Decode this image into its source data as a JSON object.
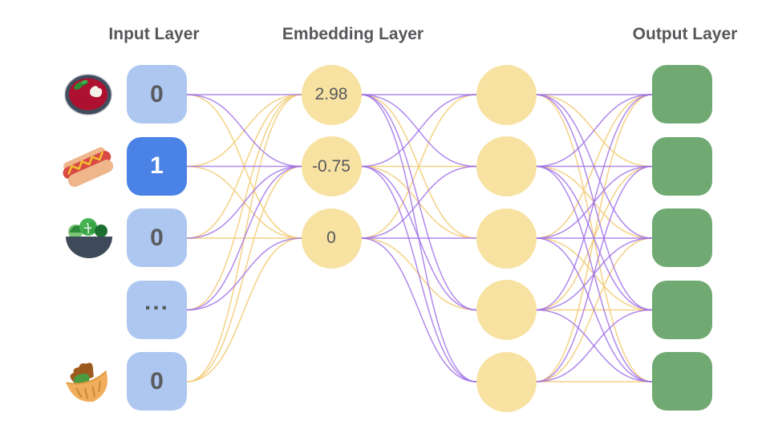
{
  "input_layer": {
    "title": "Input Layer",
    "nodes": [
      {
        "label": "0",
        "icon": "soup-bowl",
        "active": false
      },
      {
        "label": "1",
        "icon": "hot-dog",
        "active": true
      },
      {
        "label": "0",
        "icon": "salad",
        "active": false
      },
      {
        "label": "...",
        "icon": null,
        "active": false
      },
      {
        "label": "0",
        "icon": "pita",
        "active": false
      }
    ]
  },
  "embedding_layer": {
    "title": "Embedding Layer",
    "nodes": [
      {
        "label": "2.98"
      },
      {
        "label": "-0.75"
      },
      {
        "label": "0"
      }
    ]
  },
  "hidden_layer": {
    "nodes": [
      {},
      {},
      {},
      {},
      {}
    ]
  },
  "output_layer": {
    "title": "Output Layer",
    "nodes": [
      {},
      {},
      {},
      {},
      {}
    ]
  },
  "edges": {
    "legend": {
      "p": "purple",
      "y": "yellow"
    },
    "input_to_embedding": [
      [
        "p",
        "p",
        "y"
      ],
      [
        "y",
        "p",
        "y"
      ],
      [
        "y",
        "p",
        "y"
      ],
      [
        "y",
        "p",
        "p"
      ],
      [
        "y",
        "y",
        "y"
      ]
    ],
    "embedding_to_hidden": [
      [
        "p",
        "p",
        "y",
        "p",
        "p"
      ],
      [
        "p",
        "y",
        "y",
        "p",
        "p"
      ],
      [
        "y",
        "p",
        "p",
        "y",
        "p"
      ]
    ],
    "hidden_to_output": [
      [
        "p",
        "y",
        "p",
        "p",
        "y"
      ],
      [
        "p",
        "p",
        "y",
        "p",
        "p"
      ],
      [
        "y",
        "p",
        "p",
        "y",
        "p"
      ],
      [
        "p",
        "y",
        "p",
        "y",
        "p"
      ],
      [
        "y",
        "p",
        "y",
        "p",
        "y"
      ]
    ]
  },
  "colors": {
    "node_blue": "#aec7f0",
    "node_blue_active": "#4a82e6",
    "node_yellow": "#f7e2a2",
    "node_green": "#70a972",
    "edge_purple": "#9c6ce6",
    "edge_yellow": "#f3cf7e",
    "title_text": "#56575a",
    "node_text": "#595b5e"
  }
}
